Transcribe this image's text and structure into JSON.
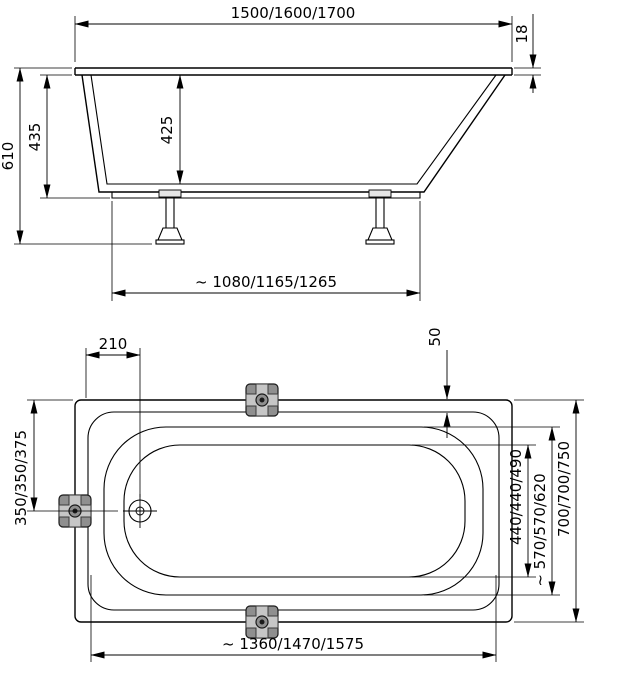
{
  "drawing": {
    "side_view": {
      "length_label": "1500/1600/1700",
      "rim_height_label": "18",
      "total_height_label": "610",
      "body_height_label": "435",
      "inner_depth_label": "425",
      "base_span_label": "~ 1080/1165/1265"
    },
    "plan_view": {
      "drain_offset_label": "210",
      "rim_width_label": "50",
      "drain_center_offset_label": "350/350/375",
      "floor_width_label": "440/440/490",
      "opening_width_label": "~ 570/570/620",
      "overall_width_label": "700/700/750",
      "inner_length_label": "~ 1360/1470/1575"
    }
  },
  "colors": {
    "line": "#000000",
    "background": "#ffffff",
    "bracket_base": "#8f8f8f",
    "bracket_cross": "#c6c6c6"
  }
}
